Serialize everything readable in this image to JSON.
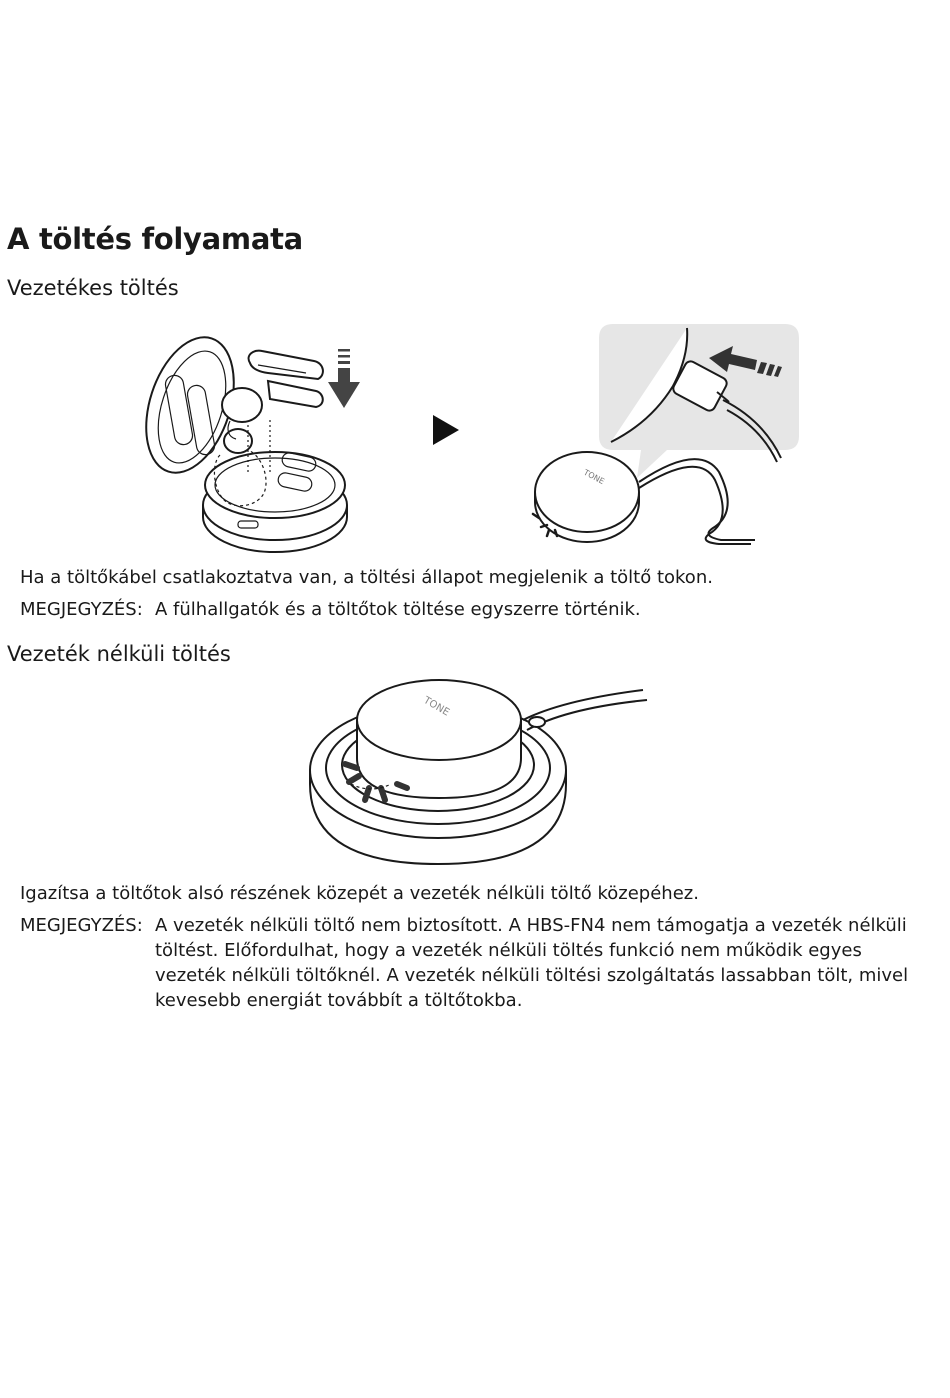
{
  "title": "A töltés folyamata",
  "wired": {
    "heading": "Vezetékes töltés",
    "description": "Ha a töltőkábel csatlakoztatva van, a töltési állapot megjelenik a töltő tokon.",
    "note_label": "MEGJEGYZÉS:",
    "note_text": "A fülhallgatók és a töltőtok töltése egyszerre történik."
  },
  "wireless": {
    "heading": "Vezeték nélküli töltés",
    "description": "Igazítsa a töltőtok alsó részének közepét a vezeték nélküli töltő közepéhez.",
    "note_label": "MEGJEGYZÉS:",
    "note_text": "A vezeték nélküli töltő nem biztosított. A HBS-FN4 nem támogatja a vezeték nélküli töltést. Előfordulhat, hogy a vezeték nélküli töltés funkció nem működik egyes vezeték nélküli töltőknél. A vezeték nélküli töltési szolgáltatás lassabban tölt, mivel kevesebb energiát továbbít a töltőtokba."
  },
  "illustrations": {
    "case_logo": "TONE",
    "pad_case_logo": "TONE"
  }
}
